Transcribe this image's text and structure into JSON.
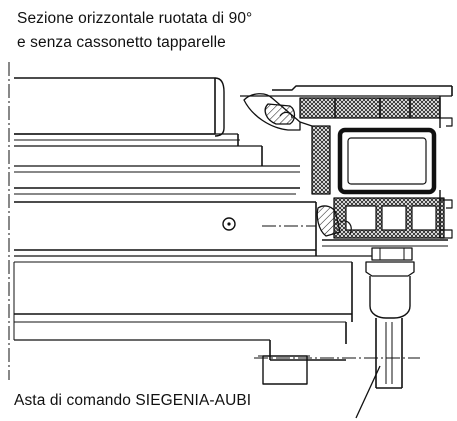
{
  "title": {
    "line1": "Sezione orizzontale ruotata di 90°",
    "line2": "e senza cassonetto tapparelle"
  },
  "callout": {
    "label": "Asta di comando SIEGENIA-AUBI"
  },
  "colors": {
    "ink": "#111111",
    "hatch": "#222222",
    "background": "#ffffff"
  }
}
